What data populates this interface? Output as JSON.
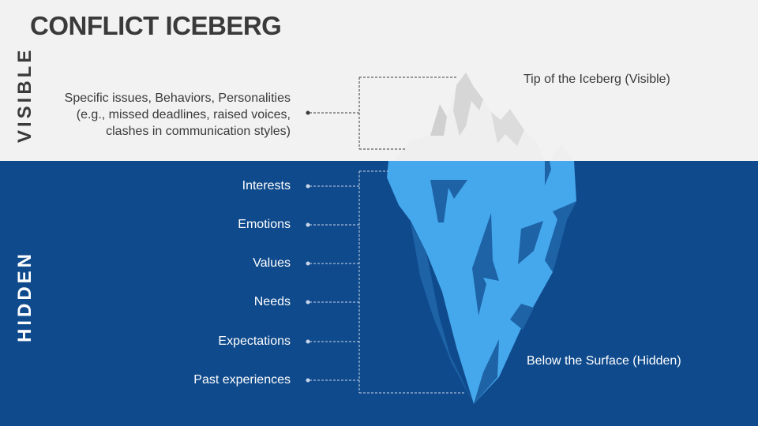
{
  "title": "CONFLICT ICEBERG",
  "sections": {
    "visible_label": "VISIBLE",
    "hidden_label": "HIDDEN"
  },
  "visible": {
    "tip_label": "Tip of the Iceberg (Visible)",
    "description_lines": [
      "Specific issues, Behaviors, Personalities",
      "(e.g., missed deadlines, raised voices,",
      "clashes in communication styles)"
    ]
  },
  "hidden": {
    "surface_label": "Below the Surface (Hidden)",
    "items": [
      "Interests",
      "Emotions",
      "Values",
      "Needs",
      "Expectations",
      "Past experiences"
    ]
  },
  "colors": {
    "header_bg": "#f2f2f2",
    "hidden_bg": "#0f4a8c",
    "ice_light": "#45a7ec",
    "ice_dark": "#1d63a6",
    "tip_light": "#f1f1f1",
    "tip_shadow": "#d4d4d4",
    "title_text": "#3a3a3a"
  }
}
